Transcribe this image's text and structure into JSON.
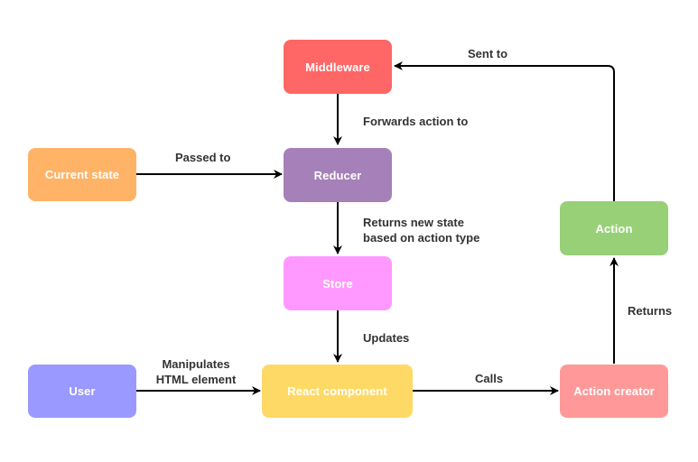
{
  "nodes": {
    "middleware": {
      "label": "Middleware",
      "color": "#ff6666"
    },
    "current_state": {
      "label": "Current state",
      "color": "#ffb366"
    },
    "reducer": {
      "label": "Reducer",
      "color": "#a680b8"
    },
    "store": {
      "label": "Store",
      "color": "#ff99ff"
    },
    "action": {
      "label": "Action",
      "color": "#97d077"
    },
    "user": {
      "label": "User",
      "color": "#9999ff"
    },
    "react_component": {
      "label": "React component",
      "color": "#ffd966"
    },
    "action_creator": {
      "label": "Action creator",
      "color": "#ff9999"
    }
  },
  "edges": {
    "sent_to": "Sent to",
    "forwards_action_to": "Forwards action to",
    "passed_to": "Passed to",
    "returns_new_state_line1": "Returns new state",
    "returns_new_state_line2": "based on action type",
    "updates": "Updates",
    "returns": "Returns",
    "manipulates_line1": "Manipulates",
    "manipulates_line2": "HTML element",
    "calls": "Calls"
  }
}
